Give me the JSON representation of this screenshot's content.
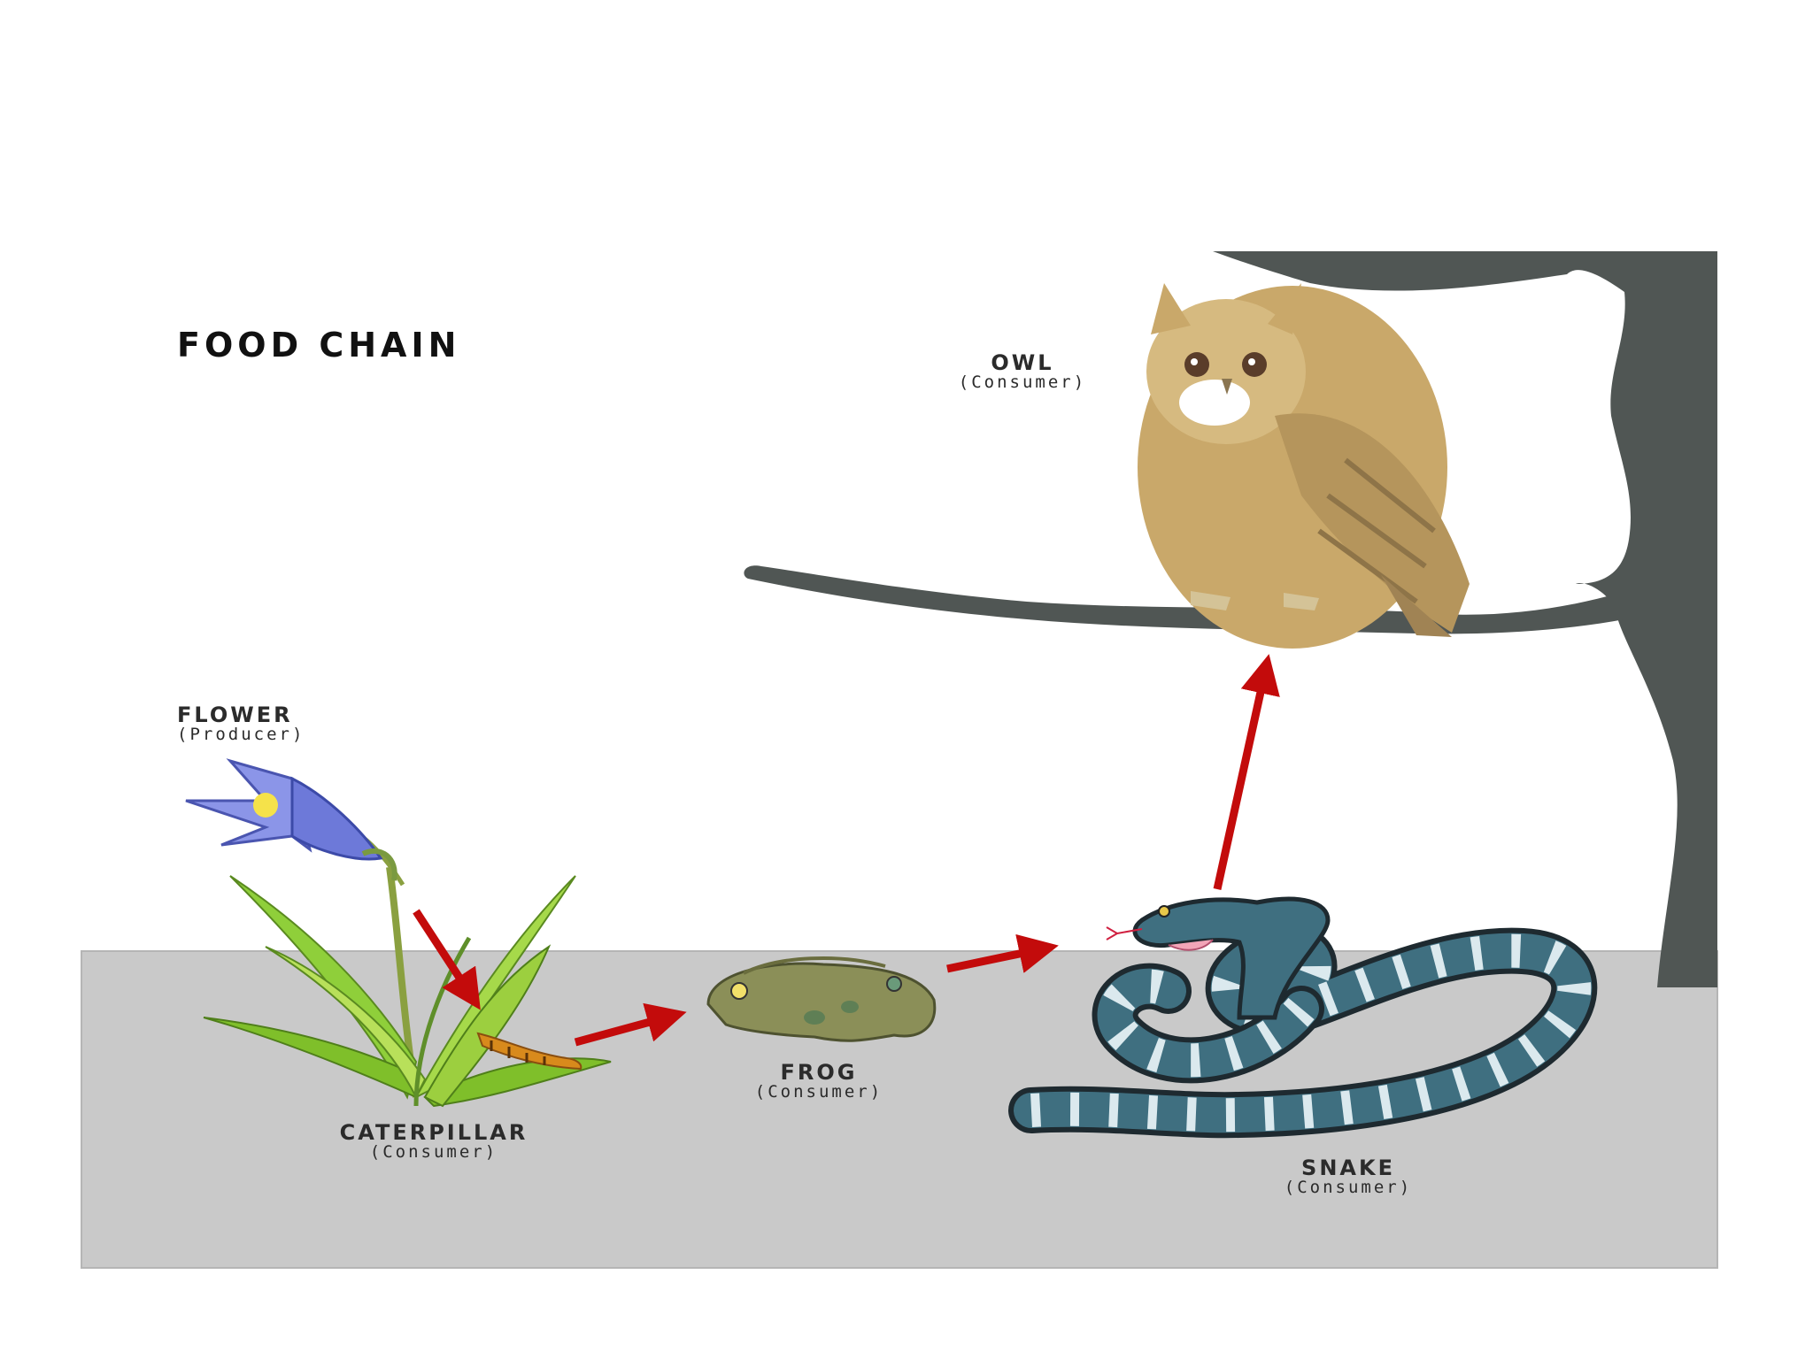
{
  "diagram": {
    "title": "FOOD CHAIN",
    "organisms": {
      "flower": {
        "name": "FLOWER",
        "role": "(Producer)"
      },
      "caterpillar": {
        "name": "CATERPILLAR",
        "role": "(Consumer)"
      },
      "frog": {
        "name": "FROG",
        "role": "(Consumer)"
      },
      "snake": {
        "name": "SNAKE",
        "role": "(Consumer)"
      },
      "owl": {
        "name": "OWL",
        "role": "(Consumer)"
      }
    },
    "flow": [
      "flower",
      "caterpillar",
      "frog",
      "snake",
      "owl"
    ],
    "colors": {
      "ground": "#c9c9c9",
      "tree": "#505654",
      "arrow": "#c30b0b",
      "owl": "#c9a86a",
      "snake": "#3f6f80",
      "frog": "#8b8f58",
      "leaf": "#7fbf2a",
      "petal": "#6d79d9"
    }
  }
}
